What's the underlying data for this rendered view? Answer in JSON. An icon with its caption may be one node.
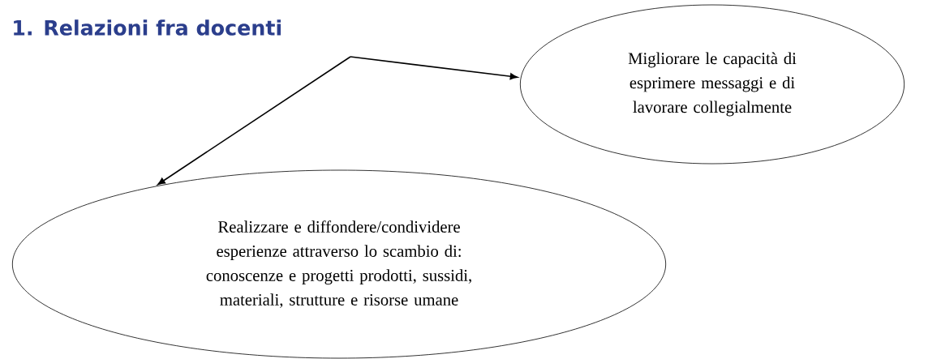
{
  "diagram": {
    "title": "1. Relazioni fra docenti",
    "nodes": [
      {
        "text": [
          "Migliorare le capacità di esprimere messaggi e di lavorare collegialmente"
        ]
      },
      {
        "text": [
          "Realizzare e diffondere/condividere esperienze attraverso lo scambio di: conoscenze e progetti prodotti, sussidi, materiali, strutture e risorse umane"
        ]
      }
    ],
    "edges": [
      {
        "from": null,
        "to": 0,
        "arrow": "to"
      },
      {
        "from": null,
        "to": 1,
        "arrow": "to"
      }
    ]
  }
}
